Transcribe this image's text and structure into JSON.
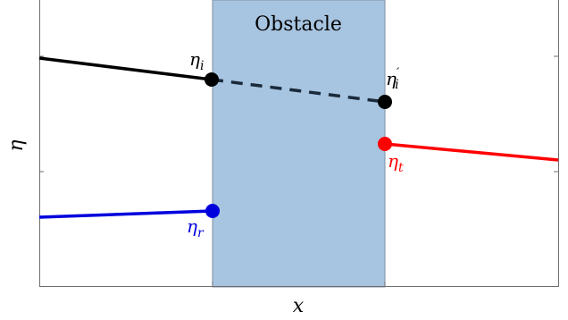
{
  "diagram": {
    "obstacle_label": "Obstacle",
    "x_axis_label": "x",
    "y_axis_label": "η",
    "points": {
      "eta_i": {
        "symbol": "η",
        "subscript": "i",
        "prime": ""
      },
      "eta_i_prime": {
        "symbol": "η",
        "subscript": "i",
        "prime": "′"
      },
      "eta_t": {
        "symbol": "η",
        "subscript": "t",
        "prime": ""
      },
      "eta_r": {
        "symbol": "η",
        "subscript": "r",
        "prime": ""
      }
    },
    "colors": {
      "obstacle_fill": "#a7c4e0",
      "incident": "#000000",
      "transmitted": "#ff0000",
      "reflected": "#0000dd",
      "axes": "#7f7f7f"
    }
  }
}
